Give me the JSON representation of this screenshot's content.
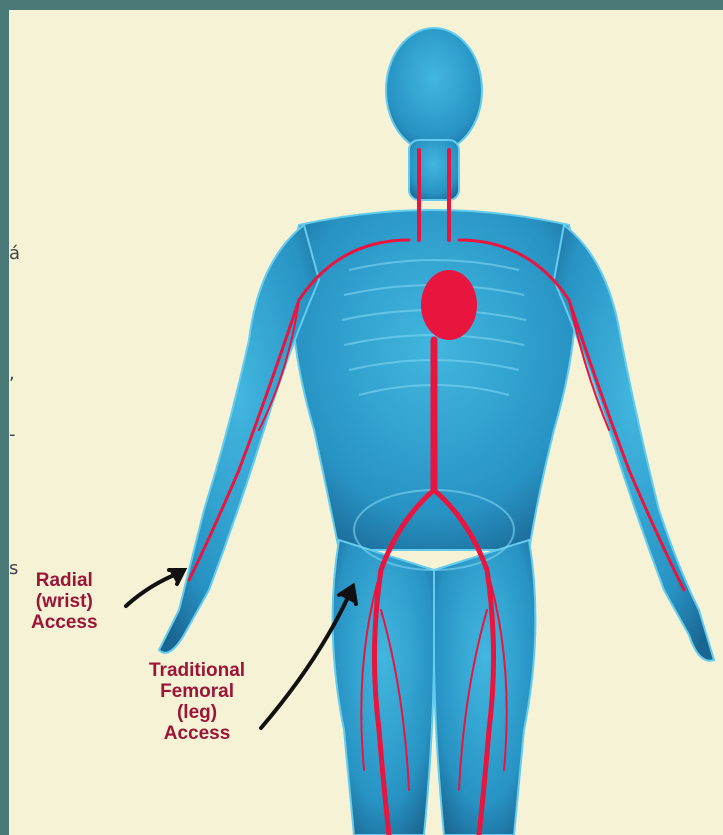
{
  "edge_text": [
    "á",
    ",",
    "-",
    "s"
  ],
  "labels": {
    "radial": [
      "Radial",
      "(wrist)",
      "Access"
    ],
    "femoral": [
      "Traditional",
      "Femoral",
      "(leg)",
      "Access"
    ]
  },
  "colors": {
    "border": "#4a7a78",
    "background": "#f6f2d6",
    "body": "#1d8fc4",
    "vessels": "#e8153f",
    "label_text": "#9b1537",
    "arrow": "#111111"
  }
}
